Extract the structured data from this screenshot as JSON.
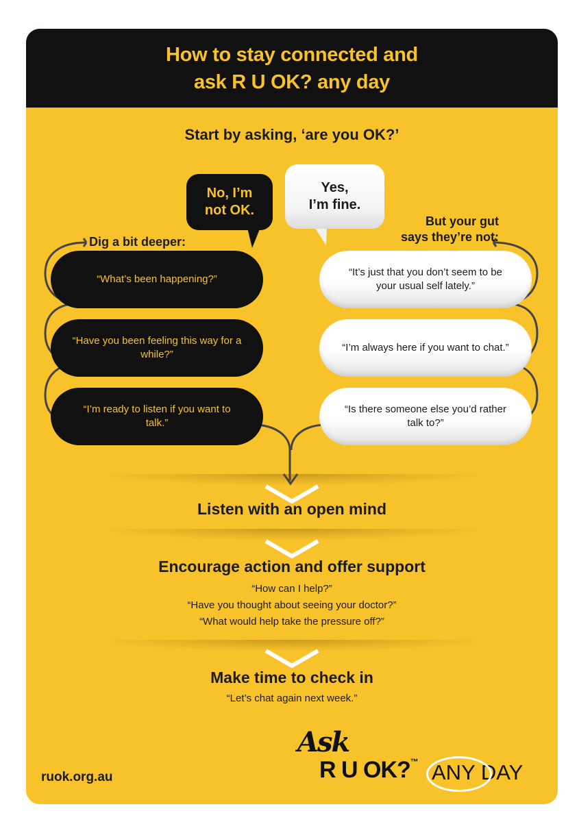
{
  "header": {
    "line1": "How to stay connected and",
    "line2": "ask R U OK? any day"
  },
  "start_prompt": "Start by asking, ‘are you OK?’",
  "bubbles": {
    "dark_line1": "No, I’m",
    "dark_line2": "not OK.",
    "light_line1": "Yes,",
    "light_line2": "I’m fine."
  },
  "left_label": "Dig a bit deeper:",
  "right_label_line1": "But your gut",
  "right_label_line2": "says they’re not:",
  "left_pills": [
    "“What’s been happening?”",
    "“Have you been feeling this way for a while?”",
    "“I’m ready to listen if you want to talk.”"
  ],
  "right_pills": [
    "“It’s just that you don’t seem to be your usual self lately.”",
    "“I’m always here if you want to chat.”",
    "“Is there someone else you’d rather talk to?”"
  ],
  "steps": {
    "listen": "Listen with an open mind",
    "encourage": "Encourage action and offer support",
    "encourage_quotes": [
      "“How can I help?”",
      "“Have you thought about seeing your doctor?”",
      "“What would help take the pressure off?”"
    ],
    "checkin": "Make time to check in",
    "checkin_quote": "“Let’s chat again next week.”"
  },
  "footer": {
    "url": "ruok.org.au",
    "logo_ask": "Ask",
    "logo_ruok": "R U OK?",
    "logo_tm": "™",
    "logo_any": "ANY",
    "logo_day": "DAY"
  },
  "colors": {
    "background": "#F8C22B",
    "dark": "#111111",
    "accent_text": "#F8C22B",
    "connector": "#444444"
  }
}
